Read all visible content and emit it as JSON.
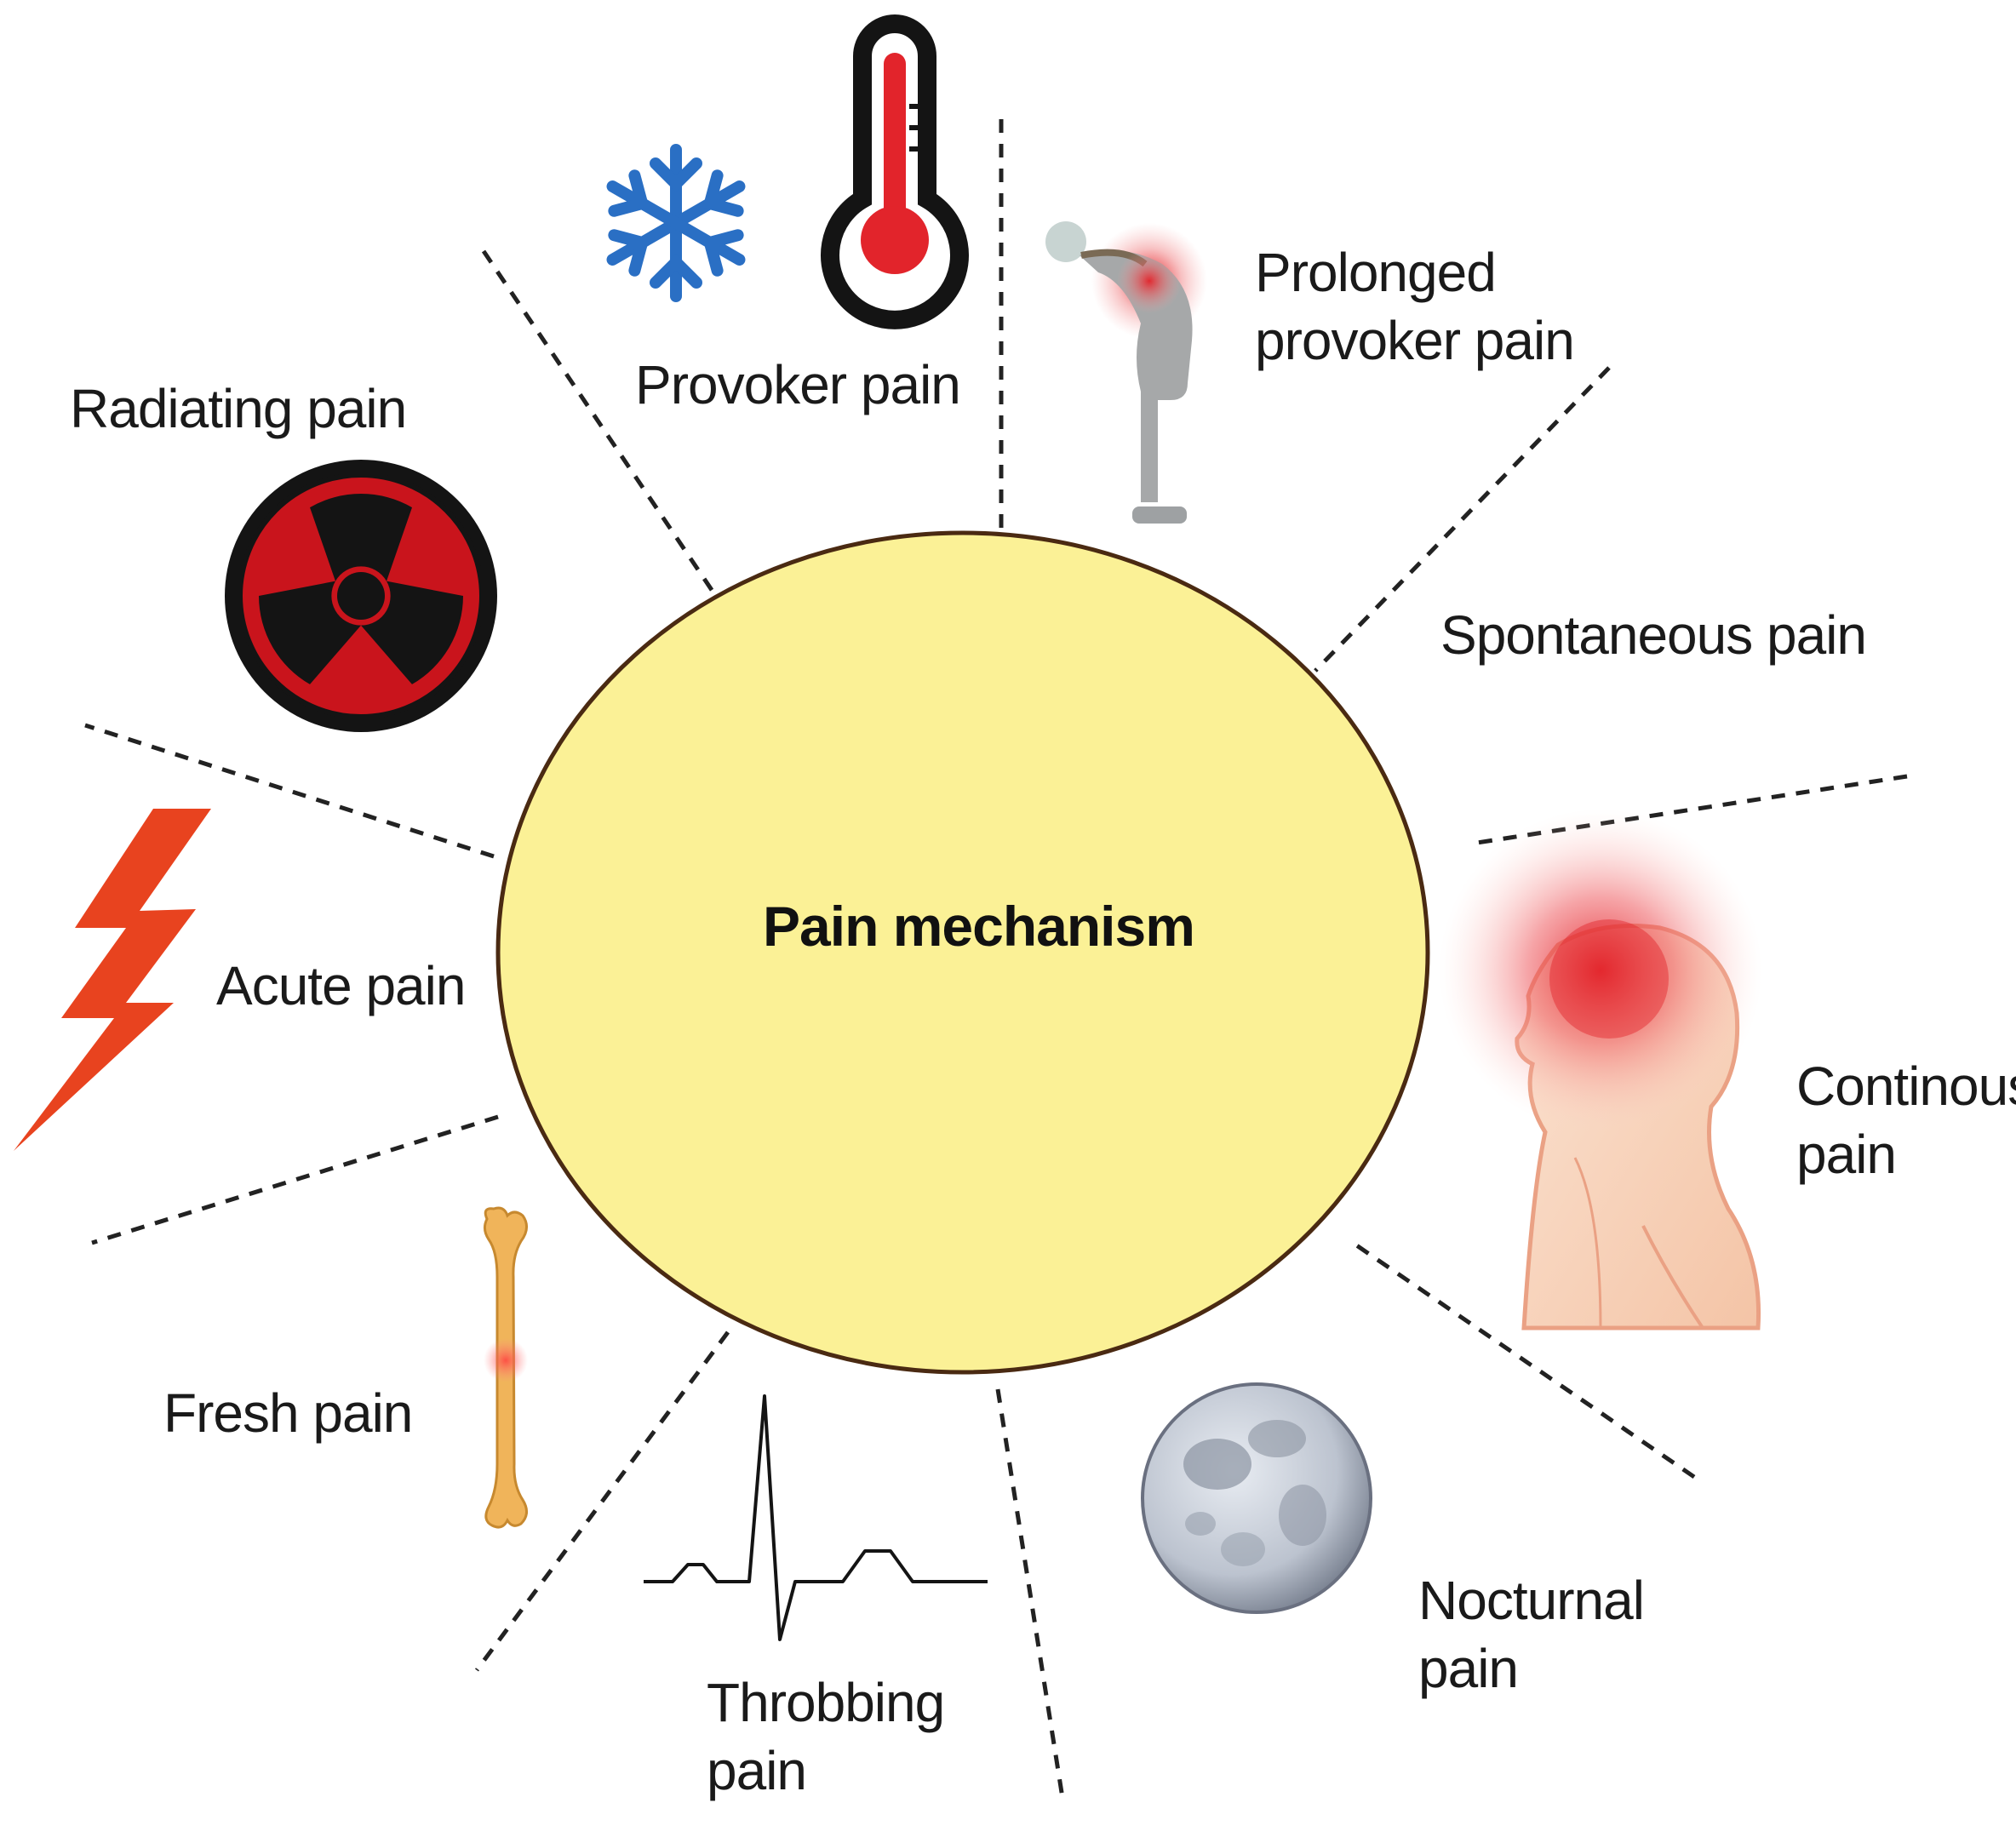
{
  "center": {
    "label": "Pain mechanism",
    "fill": "#fbf196",
    "stroke": "#4a2a12"
  },
  "labels": {
    "provoker": "Provoker pain",
    "prolonged_line1": "Prolonged",
    "prolonged_line2": "provoker pain",
    "spontaneous": "Spontaneous pain",
    "continous_line1": "Continous",
    "continous_line2": "pain",
    "nocturnal_line1": "Nocturnal",
    "nocturnal_line2": "pain",
    "throbbing_line1": "Throbbing",
    "throbbing_line2": "pain",
    "fresh": "Fresh pain",
    "acute": "Acute pain",
    "radiating": "Radiating pain"
  },
  "icons": [
    "snowflake-icon",
    "thermometer-icon",
    "back-pain-figure-icon",
    "head-pain-icon",
    "moon-icon",
    "heartbeat-icon",
    "bone-icon",
    "lightning-icon",
    "radiation-icon"
  ],
  "colors": {
    "snowflake": "#2a6fc4",
    "thermometer_red": "#e2242b",
    "lightning": "#e8431f",
    "radiation_red": "#c9141c",
    "bone": "#f0b45a",
    "pain_glow": "#e3232a",
    "divider": "#222222"
  }
}
